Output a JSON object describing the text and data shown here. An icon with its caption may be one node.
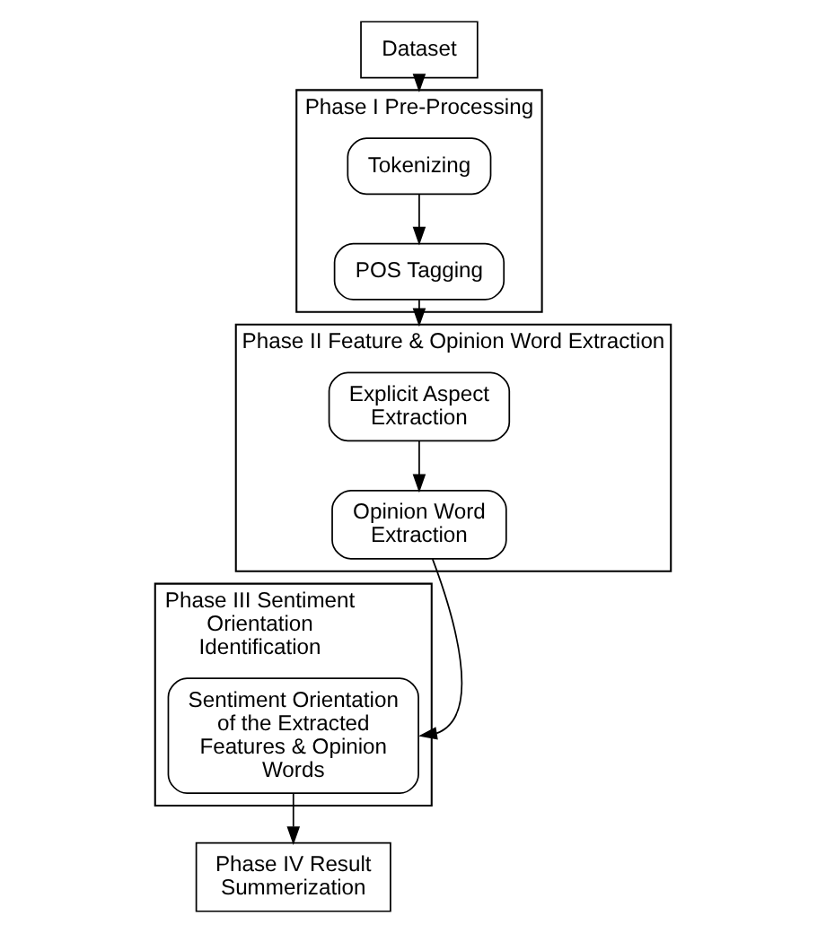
{
  "diagram": {
    "nodes": [
      {
        "text": [
          "Dataset"
        ]
      },
      {
        "text": [
          "Phase I Pre-Processing"
        ]
      },
      {
        "text": [
          "Tokenizing"
        ],
        "in": 1
      },
      {
        "text": [
          "POS Tagging"
        ],
        "in": 1
      },
      {
        "text": [
          "Phase II Feature & Opinion Word Extraction"
        ]
      },
      {
        "text": [
          "Explicit Aspect Extraction"
        ],
        "in": 4
      },
      {
        "text": [
          "Opinion Word Extraction"
        ],
        "in": 4
      },
      {
        "text": [
          "Phase III Sentiment Orientation Identification"
        ]
      },
      {
        "text": [
          "Sentiment Orientation of the Extracted Features & Opinion Words"
        ],
        "in": 7
      },
      {
        "text": [
          "Phase IV Result Summerization"
        ]
      }
    ],
    "edges": [
      {
        "from": 0,
        "to": 1,
        "arrow": "to"
      },
      {
        "from": 2,
        "to": 3,
        "arrow": "to"
      },
      {
        "from": 3,
        "to": 4,
        "arrow": "to"
      },
      {
        "from": 5,
        "to": 6,
        "arrow": "to"
      },
      {
        "from": 6,
        "to": 8,
        "arrow": "to"
      },
      {
        "from": 8,
        "to": 9,
        "arrow": "to"
      }
    ]
  }
}
